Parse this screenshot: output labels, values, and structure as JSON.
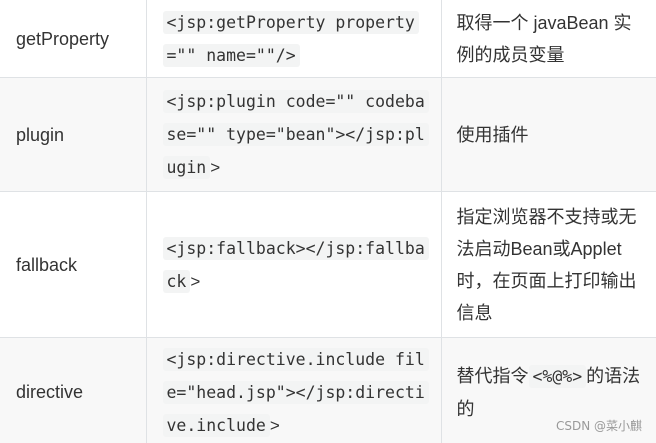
{
  "rows": [
    {
      "tag": "getProperty",
      "code": "<jsp:getProperty property=\"\" name=\"\"/>",
      "code_suffix": "",
      "desc": "取得一个 javaBean 实例的成员变量",
      "desc_code": "",
      "desc_suffix": ""
    },
    {
      "tag": "plugin",
      "code": "<jsp:plugin code=\"\" codebase=\"\" type=\"bean\"></jsp:plugin",
      "code_suffix": ">",
      "desc": "使用插件",
      "desc_code": "",
      "desc_suffix": ""
    },
    {
      "tag": "fallback",
      "code": "<jsp:fallback></jsp:fallback",
      "code_suffix": ">",
      "desc": "指定浏览器不支持或无法启动Bean或Applet时，在页面上打印输出信息",
      "desc_code": "",
      "desc_suffix": ""
    },
    {
      "tag": "directive",
      "code": "<jsp:directive.include file=\"head.jsp\"></jsp:directive.include",
      "code_suffix": ">",
      "desc": "替代指令",
      "desc_code": "<%@%>",
      "desc_suffix": "的语法的"
    }
  ],
  "watermark": "CSDN @菜小麒"
}
